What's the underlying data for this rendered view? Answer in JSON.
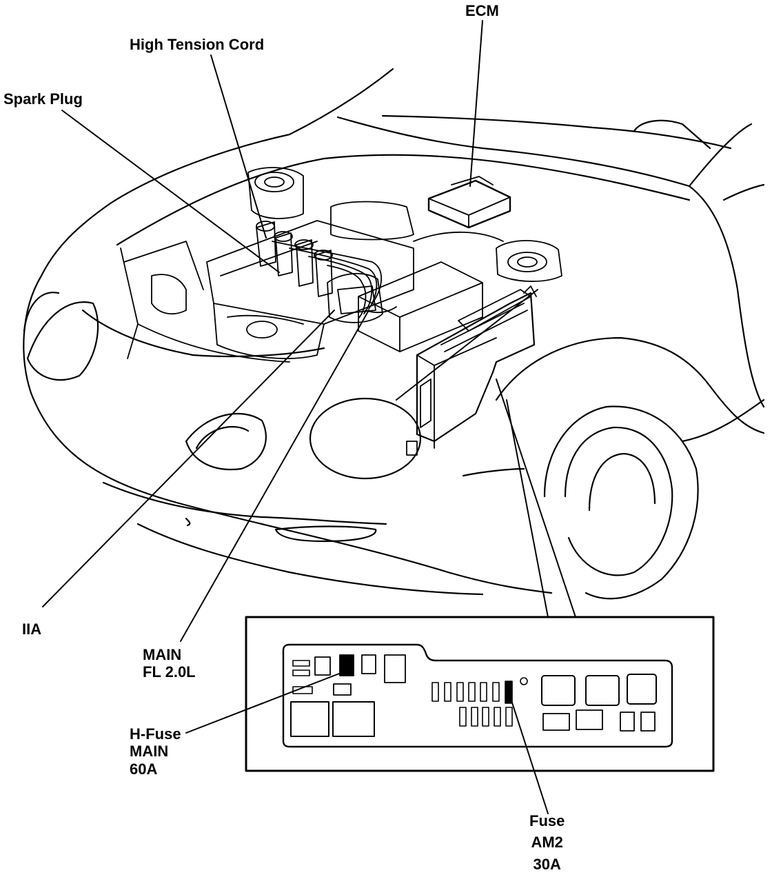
{
  "labels": {
    "ecm": "ECM",
    "high_tension_cord": "High Tension Cord",
    "spark_plug": "Spark Plug",
    "iia": "IIA",
    "main_fl": {
      "line1": "MAIN",
      "line2": "FL 2.0L"
    },
    "h_fuse": {
      "line1": "H-Fuse",
      "line2": "MAIN",
      "line3": "60A"
    },
    "fuse_am2": {
      "line1": "Fuse",
      "line2": "AM2",
      "line3": "30A"
    }
  },
  "colors": {
    "ink": "#000000",
    "paper": "#ffffff"
  }
}
